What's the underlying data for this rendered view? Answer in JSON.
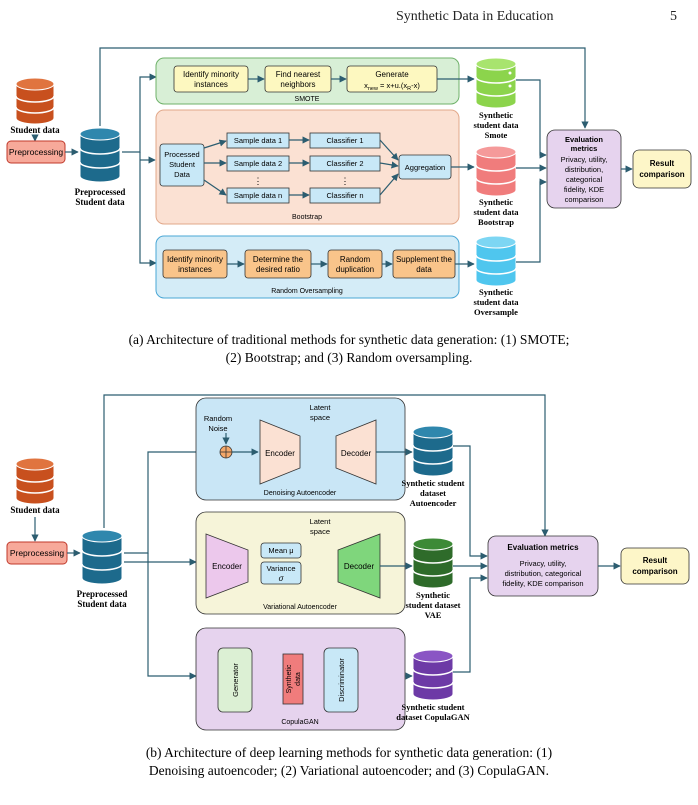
{
  "header": {
    "running_title": "Synthetic Data in Education",
    "page_number": "5"
  },
  "colors": {
    "db_orange": "#c8501e",
    "db_blue": "#1d6a8c",
    "db_green": "#8cd44c",
    "db_red": "#f07c7c",
    "db_cyan": "#4fc6ee",
    "db_darkgreen": "#2e6b2a",
    "db_purple": "#6d3aa6",
    "smote_bg": "#d8efd6",
    "bootstrap_bg": "#fbe1d3",
    "oversampling_bg": "#d4ecf7",
    "eval_bg": "#e6d3ee",
    "result_bg": "#fdf6c8",
    "preprocessing_bg": "#f7a99a",
    "arrow": "#2c5d70"
  },
  "fig_a": {
    "student_data": "Student data",
    "preprocessing": "Preprocessing",
    "preprocessed": [
      "Preprocessed",
      "Student data"
    ],
    "smote": {
      "title": "SMOTE",
      "step1": [
        "Identify minority",
        "instances"
      ],
      "step2": [
        "Find nearest",
        "neighbors"
      ],
      "step3_line1": "Generate",
      "step3_formula": "x",
      "step3_sub1": "new",
      "step3_mid": " = x+u.(x",
      "step3_sub2": "R",
      "step3_end": "-x)"
    },
    "bootstrap": {
      "title": "Bootstrap",
      "processed": [
        "Processed",
        "Student",
        "Data"
      ],
      "samples": [
        "Sample data 1",
        "Sample data 2",
        "Sample data n"
      ],
      "classifiers": [
        "Classifier 1",
        "Classifier 2",
        "Classifier n"
      ],
      "dots": "⋮",
      "aggregation": "Aggregation"
    },
    "oversampling": {
      "title": "Random Oversampling",
      "step1": [
        "Identify minority",
        "instances"
      ],
      "step2": [
        "Determine the",
        "desired ratio"
      ],
      "step3": [
        "Random",
        "duplication"
      ],
      "step4": [
        "Supplement the",
        "data"
      ]
    },
    "outputs": {
      "smote": [
        "Synthetic",
        "student data",
        "Smote"
      ],
      "bootstrap": [
        "Synthetic",
        "student data",
        "Bootstrap"
      ],
      "oversample": [
        "Synthetic",
        "student data",
        "Oversample"
      ]
    },
    "evaluation": {
      "title": [
        "Evaluation",
        "metrics"
      ],
      "body": [
        "Privacy, utility,",
        "distribution,",
        "categorical",
        "fidelity, KDE",
        "comparison"
      ]
    },
    "result": [
      "Result",
      "comparison"
    ],
    "caption": [
      "(a) Architecture of traditional methods for synthetic data generation: (1) SMOTE;",
      "(2) Bootstrap; and (3) Random oversampling."
    ]
  },
  "fig_b": {
    "student_data": "Student data",
    "preprocessing": "Preprocessing",
    "preprocessed": [
      "Preprocessed",
      "Student data"
    ],
    "dae": {
      "title": "Denoising Autoencoder",
      "latent": [
        "Latent",
        "space"
      ],
      "noise": [
        "Random",
        "Noise"
      ],
      "encoder": "Encoder",
      "decoder": "Decoder"
    },
    "vae": {
      "title": "Variational Autoencoder",
      "latent": [
        "Latent",
        "space"
      ],
      "encoder": "Encoder",
      "decoder": "Decoder",
      "mean": "Mean μ",
      "variance": [
        "Variance",
        "σ"
      ]
    },
    "copula": {
      "title": "CopulaGAN",
      "generator": "Generator",
      "synthetic": [
        "Synthetic",
        "data"
      ],
      "discriminator": "Discriminator"
    },
    "outputs": {
      "ae": [
        "Synthetic student",
        "dataset",
        "Autoencoder"
      ],
      "vae": [
        "Synthetic",
        "student dataset",
        "VAE"
      ],
      "copula": [
        "Synthetic student",
        "dataset CopulaGAN"
      ]
    },
    "evaluation": {
      "title": "Evaluation metrics",
      "body": [
        "Privacy, utility,",
        "distribution, categorical",
        "fidelity, KDE comparison"
      ]
    },
    "result": [
      "Result",
      "comparison"
    ],
    "caption": [
      "(b) Architecture of deep learning methods for synthetic data generation: (1)",
      "Denoising autoencoder; (2) Variational autoencoder; and (3) CopulaGAN."
    ]
  }
}
